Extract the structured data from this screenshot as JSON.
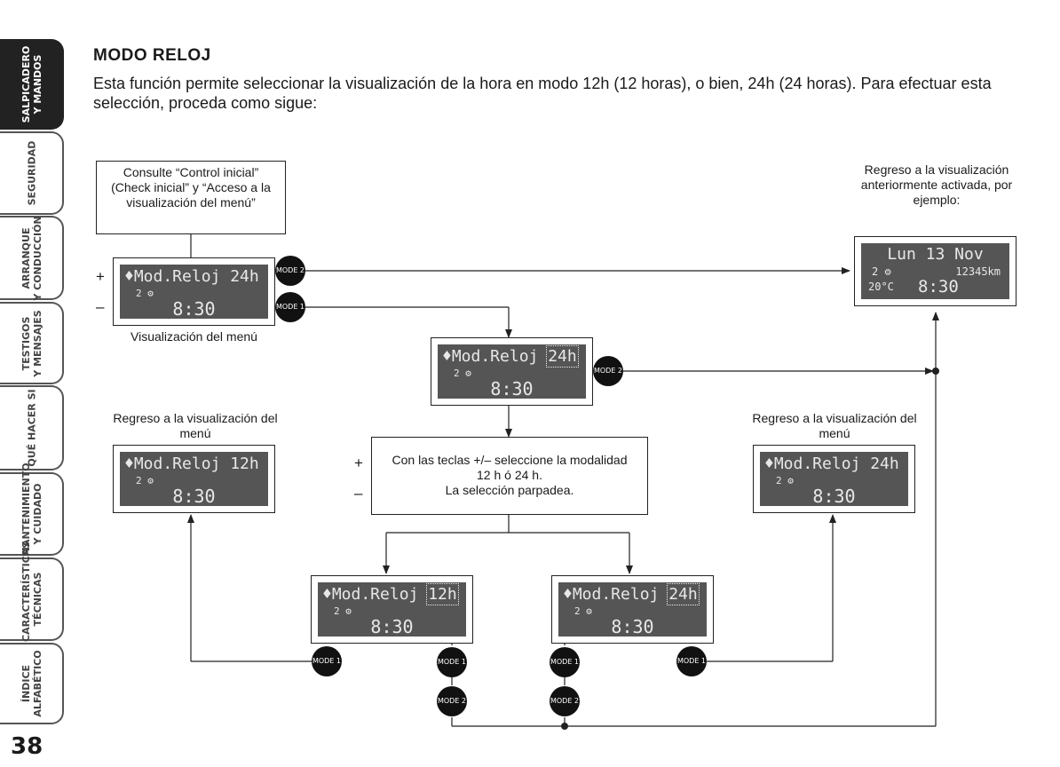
{
  "sidebar": {
    "tabs": [
      {
        "line1": "SALPICADERO",
        "line2": "Y MANDOS"
      },
      {
        "line1": "SEGURIDAD",
        "line2": ""
      },
      {
        "line1": "ARRANQUE",
        "line2": "Y CONDUCCIÓN"
      },
      {
        "line1": "TESTIGOS",
        "line2": "Y MENSAJES"
      },
      {
        "line1": "QUÉ HACER SI",
        "line2": ""
      },
      {
        "line1": "MANTENIMIENTO",
        "line2": "Y CUIDADO"
      },
      {
        "line1": "CARACTERÍSTICAS",
        "line2": "TÉCNICAS"
      },
      {
        "line1": "ÍNDICE",
        "line2": "ALFABÉTICO"
      }
    ],
    "page_number": "38"
  },
  "title": "MODO RELOJ",
  "intro": "Esta función permite seleccionar la visualización de la hora en modo 12h (12 horas), o bien, 24h (24 horas). Para efectuar esta selección, proceda como sigue:",
  "boxes": {
    "consult": "Consulte “Control inicial” (Check inicial” y “Acceso a la visualización del menú”",
    "teclas_line1": "Con las teclas +/– seleccione la modalidad",
    "teclas_line2": "12 h ó 24 h.",
    "teclas_line3": "La selección parpadea."
  },
  "labels": {
    "menu_view": "Visualización del menú",
    "return_menu": "Regreso a la visualización del menú",
    "return_prev": "Regreso a la visualización anteriormente activada, por ejemplo:"
  },
  "lcd": {
    "label_text": "♦Mod.Reloj",
    "mode_24h": "24h",
    "mode_12h": "12h",
    "gear": "2 ⚙",
    "time": "8:30",
    "date": "Lun 13 Nov",
    "odometer": "12345km",
    "temperature": "20°C"
  },
  "buttons": {
    "mode1": "MODE 1",
    "mode2": "MODE 2"
  },
  "signs": {
    "plus": "+",
    "minus": "–"
  }
}
